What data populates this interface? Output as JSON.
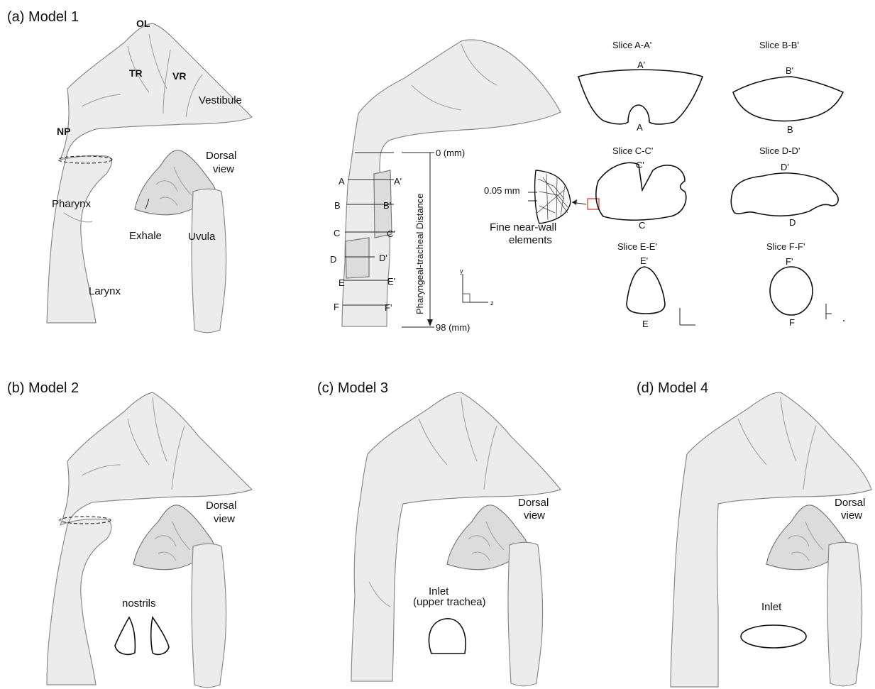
{
  "panels": {
    "a": {
      "title": "(a) Model 1"
    },
    "b": {
      "title": "(b) Model 2"
    },
    "c": {
      "title": "(c) Model 3"
    },
    "d": {
      "title": "(d) Model 4"
    }
  },
  "model1_labels": {
    "ol": "OL",
    "tr": "TR",
    "vr": "VR",
    "vestibule": "Vestibule",
    "np": "NP",
    "pharynx": "Pharynx",
    "larynx": "Larynx",
    "dorsal_line1": "Dorsal",
    "dorsal_line2": "view",
    "exhale": "Exhale",
    "uvula": "Uvula"
  },
  "section_labels": {
    "left": [
      "A",
      "B",
      "C",
      "D",
      "E",
      "F"
    ],
    "right": [
      "A'",
      "B'",
      "C'",
      "D'",
      "E'",
      "F'"
    ],
    "top_mm": "0 (mm)",
    "bottom_mm": "98 (mm)",
    "distance_axis": "Pharyngeal-tracheal Distance",
    "axis_y": "y",
    "axis_z": "z",
    "mesh_size": "0.05 mm",
    "mesh_line1": "Fine near-wall",
    "mesh_line2": "elements"
  },
  "slices": [
    {
      "title": "Slice A-A'",
      "top": "A'",
      "bottom": "A"
    },
    {
      "title": "Slice B-B'",
      "top": "B'",
      "bottom": "B"
    },
    {
      "title": "Slice C-C'",
      "top": "C'",
      "bottom": "C"
    },
    {
      "title": "Slice D-D'",
      "top": "D'",
      "bottom": "D"
    },
    {
      "title": "Slice E-E'",
      "top": "E'",
      "bottom": "E"
    },
    {
      "title": "Slice F-F'",
      "top": "F'",
      "bottom": "F"
    }
  ],
  "model2_labels": {
    "dorsal_line1": "Dorsal",
    "dorsal_line2": "view",
    "nostrils": "nostrils"
  },
  "model3_labels": {
    "dorsal_line1": "Dorsal",
    "dorsal_line2": "view",
    "inlet_line1": "Inlet",
    "inlet_line2": "(upper trachea)"
  },
  "model4_labels": {
    "dorsal_line1": "Dorsal",
    "dorsal_line2": "view",
    "inlet": "Inlet"
  }
}
